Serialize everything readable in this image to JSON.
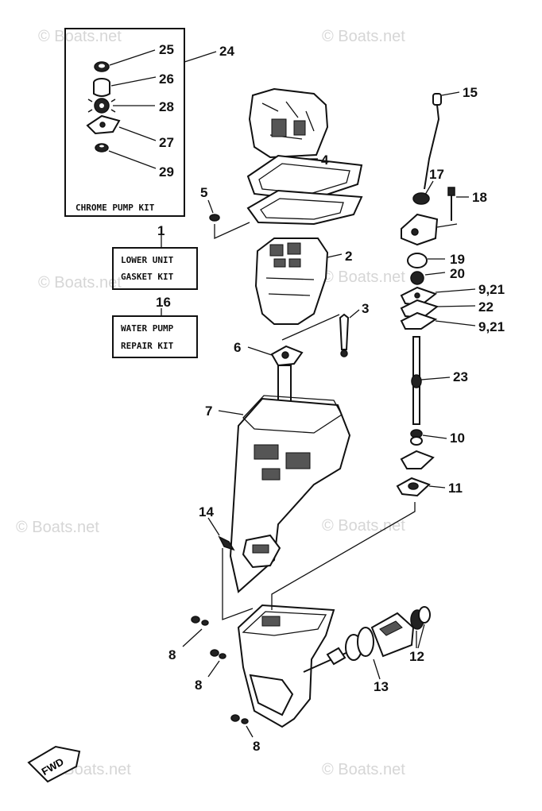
{
  "watermark": "© Boats.net",
  "kits": {
    "chrome_pump_kit": "CHROME PUMP KIT",
    "lower_unit_gasket_kit_line1": "LOWER UNIT",
    "lower_unit_gasket_kit_line2": "GASKET KIT",
    "water_pump_repair_kit_line1": "WATER PUMP",
    "water_pump_repair_kit_line2": "REPAIR KIT"
  },
  "fwd_label": "FWD",
  "callouts": {
    "c1": "1",
    "c2": "2",
    "c3": "3",
    "c4": "4",
    "c5": "5",
    "c6": "6",
    "c7": "7",
    "c8a": "8",
    "c8b": "8",
    "c8c": "8",
    "c9_21a": "9,21",
    "c9_21b": "9,21",
    "c10": "10",
    "c11": "11",
    "c12": "12",
    "c13": "13",
    "c14": "14",
    "c15": "15",
    "c16": "16",
    "c17": "17",
    "c18": "18",
    "c19": "19",
    "c20": "20",
    "c22": "22",
    "c23": "23",
    "c24": "24",
    "c25": "25",
    "c26": "26",
    "c27": "27",
    "c28": "28",
    "c29": "29"
  }
}
